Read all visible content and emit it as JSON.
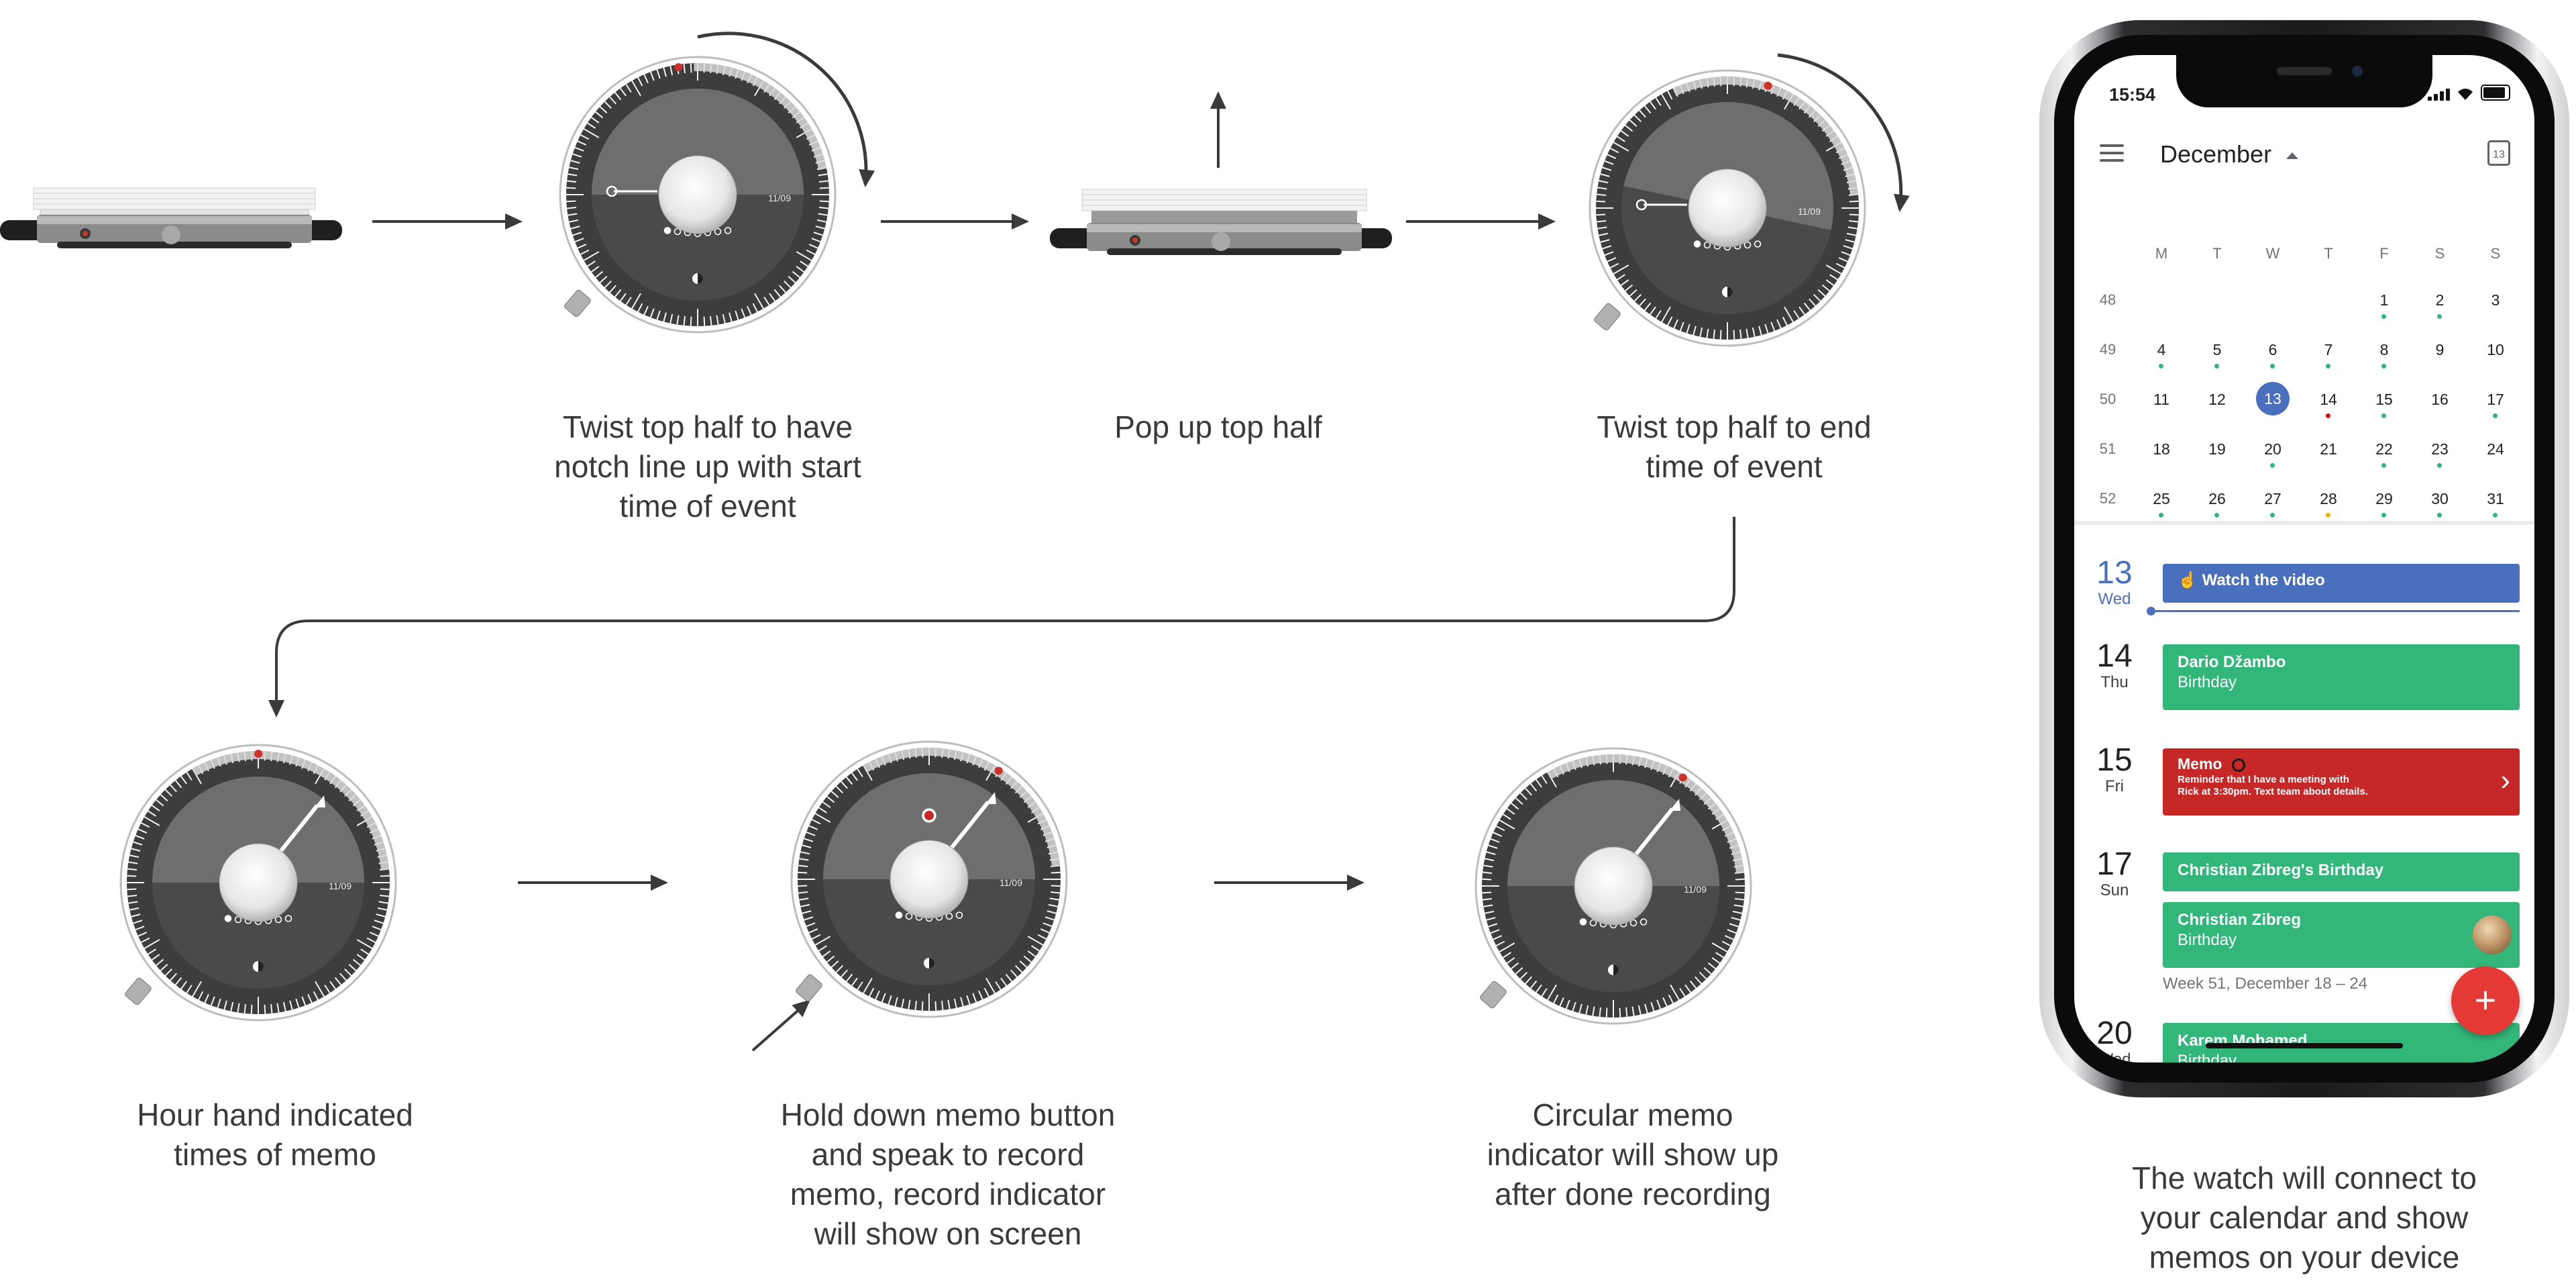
{
  "captions": {
    "step1": [
      "Twist top half to have",
      "notch line up with start",
      "time of event"
    ],
    "step2": [
      "Pop up top half"
    ],
    "step3": [
      "Twist top half to end",
      "time of event"
    ],
    "step4": [
      "Hour hand indicated",
      "times of memo"
    ],
    "step5": [
      "Hold down memo button",
      "and speak to record",
      "memo, record indicator",
      "will show on screen"
    ],
    "step6": [
      "Circular memo",
      "indicator will show up",
      "after done recording"
    ],
    "step7": [
      "The watch will connect to",
      "your calendar and show",
      "memos on your device"
    ]
  },
  "watch": {
    "date_label": "11/09"
  },
  "phone": {
    "status_time": "15:54",
    "month": "December",
    "today_icon_day": "13",
    "weekdays": [
      "M",
      "T",
      "W",
      "T",
      "F",
      "S",
      "S"
    ],
    "weeks": [
      {
        "num": "48",
        "days": [
          "",
          "",
          "",
          "",
          "1",
          "2",
          "3"
        ]
      },
      {
        "num": "49",
        "days": [
          "4",
          "5",
          "6",
          "7",
          "8",
          "9",
          "10"
        ]
      },
      {
        "num": "50",
        "days": [
          "11",
          "12",
          "13",
          "14",
          "15",
          "16",
          "17"
        ]
      },
      {
        "num": "51",
        "days": [
          "18",
          "19",
          "20",
          "21",
          "22",
          "23",
          "24"
        ]
      },
      {
        "num": "52",
        "days": [
          "25",
          "26",
          "27",
          "28",
          "29",
          "30",
          "31"
        ]
      }
    ],
    "agenda": {
      "day1": {
        "num": "13",
        "dow": "Wed"
      },
      "day2": {
        "num": "14",
        "dow": "Thu"
      },
      "day3": {
        "num": "15",
        "dow": "Fri"
      },
      "day4": {
        "num": "17",
        "dow": "Sun"
      },
      "day5": {
        "num": "20",
        "dow": "Wed"
      },
      "ev_watch": "Watch the video",
      "ev_dario_title": "Dario Džambo",
      "ev_dario_sub": "Birthday",
      "ev_memo_title": "Memo",
      "ev_memo_line1": "Reminder that I have a meeting with",
      "ev_memo_line2": "Rick at 3:30pm. Text team about details.",
      "ev_christian1": "Christian Zibreg's Birthday",
      "ev_christian2_title": "Christian Zibreg",
      "ev_christian2_sub": "Birthday",
      "week_label": "Week 51, December 18 – 24",
      "ev_karem_title": "Karem Mohamed",
      "ev_karem_sub": "Birthday",
      "fab": "+"
    },
    "colors": {
      "blue_event": "#4a6fbd",
      "green_event": "#33b679",
      "red_event": "#c62828",
      "fab": "#e53935"
    }
  }
}
